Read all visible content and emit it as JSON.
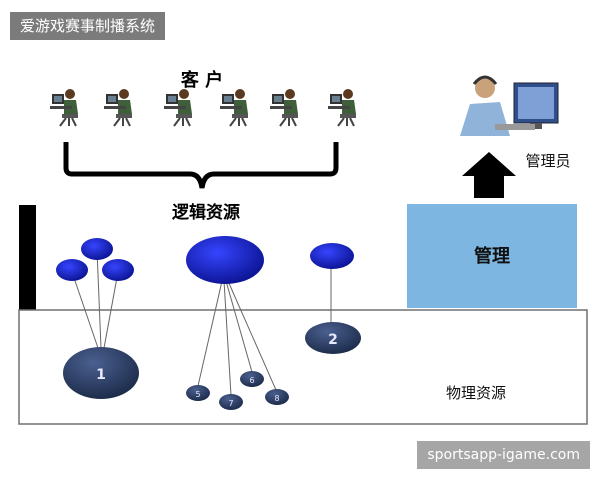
{
  "header": {
    "title": "爱游戏赛事制播系统"
  },
  "diagram": {
    "clients_label": "客 户",
    "logical_label": "逻辑资源",
    "admin_label": "管理员",
    "manage_box_label": "管理",
    "physical_label": "物理资源",
    "nodes": [
      "1",
      "2",
      "5",
      "6",
      "7",
      "8"
    ]
  },
  "watermark": {
    "text": "sportsapp-igame.com"
  },
  "colors": {
    "node_blue": "#0d17b8",
    "physical_node": "#22365f",
    "manage_box": "#7cb6e1",
    "frame_line": "#707070",
    "black": "#000000"
  },
  "icons": [
    "person-at-computer-icon",
    "admin-at-computer-icon",
    "up-arrow-icon"
  ]
}
